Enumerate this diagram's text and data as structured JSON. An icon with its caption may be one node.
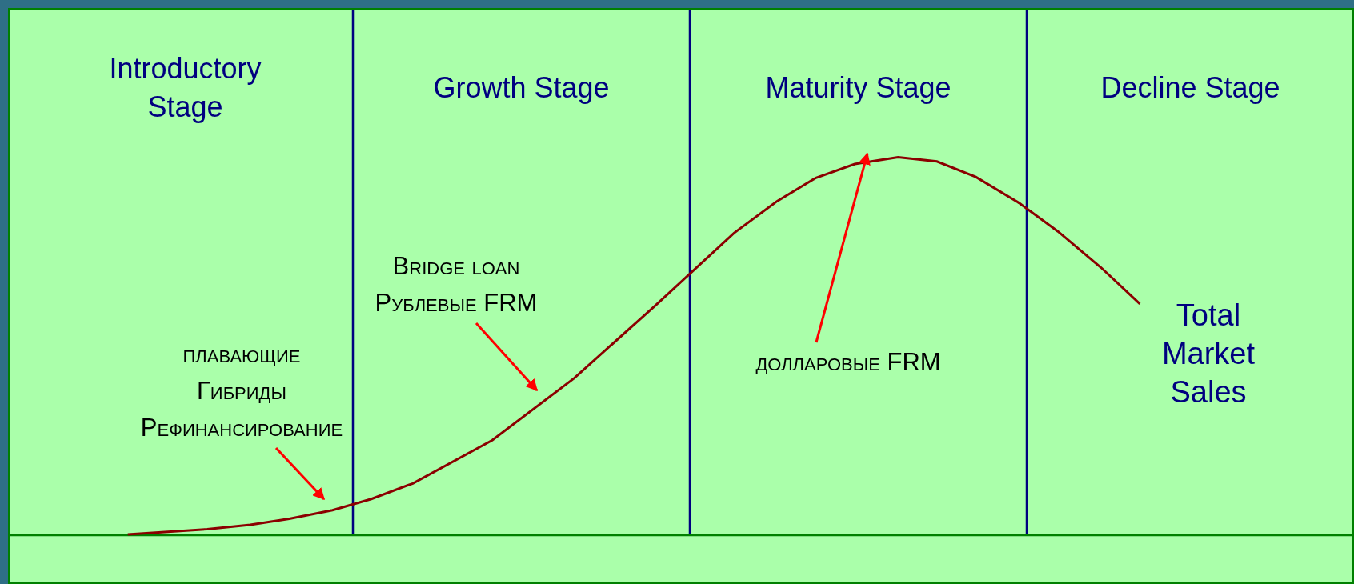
{
  "diagram": {
    "nodes": [
      {
        "text": [
          "плавающие",
          "Гибриды",
          "Рефинансирование"
        ]
      },
      {
        "text": [
          "Bridge loan",
          "Рублевые FRM"
        ]
      },
      {
        "text": [
          "долларовые FRM"
        ]
      }
    ],
    "edges": [
      {
        "from": 0,
        "to": null,
        "arrow": "to"
      },
      {
        "from": 1,
        "to": null,
        "arrow": "to"
      },
      {
        "from": 2,
        "to": null,
        "arrow": "to"
      }
    ],
    "labels": [
      "Introductory Stage",
      "Growth Stage",
      "Maturity Stage",
      "Decline Stage",
      "Total Market Sales"
    ]
  }
}
